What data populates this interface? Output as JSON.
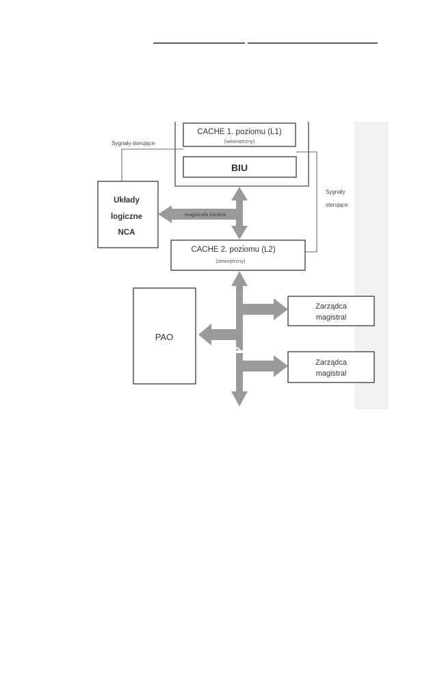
{
  "diagram": {
    "l1_cache": {
      "title": "CACHE 1. poziomu (L1)",
      "subtitle": "(wewnętrzny)"
    },
    "biu": {
      "label": "BIU"
    },
    "nca": {
      "line1": "Układy",
      "line2": "logiczne",
      "line3": "NCA"
    },
    "l2_cache": {
      "title": "CACHE 2. poziomu (L2)",
      "subtitle": "(zewnętrzny)"
    },
    "pao": {
      "label": "PAO"
    },
    "bus_manager_1": {
      "line1": "Zarządca",
      "line2": "magistral"
    },
    "bus_manager_2": {
      "line1": "Zarządca",
      "line2": "magistral"
    },
    "local_bus_label": "magistrala lokalna",
    "control_signals_left": "Sygnały sterujące",
    "control_signals_right": {
      "line1": "Sygnały",
      "line2": "sterujące"
    },
    "colors": {
      "arrow": "#9a9a9a",
      "box_border": "#555555",
      "text": "#333333",
      "scan_shadow": "#eeeeee"
    }
  }
}
